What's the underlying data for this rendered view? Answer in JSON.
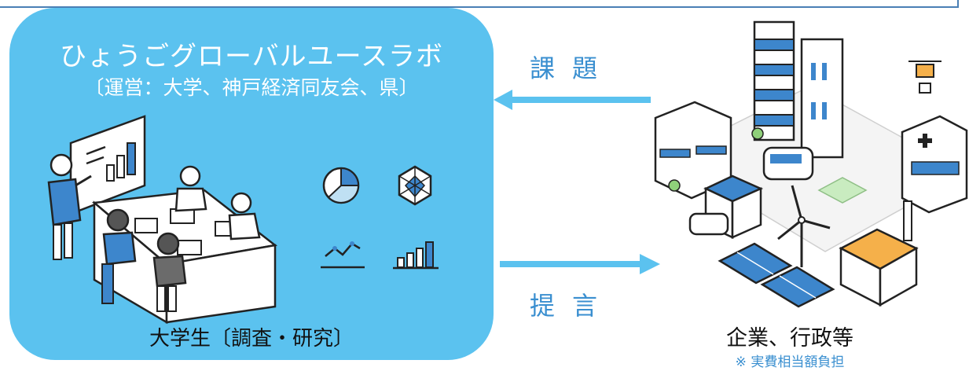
{
  "lab": {
    "title": "ひょうごグローバルユースラボ",
    "operators": "〔運営：大学、神戸経済同友会、県〕",
    "caption": "大学生〔調査・研究〕"
  },
  "flows": {
    "issues_label": "課題",
    "proposal_label": "提言"
  },
  "organizations": {
    "caption": "企業、行政等",
    "note": "※ 実費相当額負担"
  },
  "colors": {
    "panel": "#5bc2ef",
    "arrow": "#5bc2ef",
    "flow_text": "#3a8fd0",
    "accent_blue": "#3d86cc",
    "roof_orange": "#f5b04a"
  }
}
